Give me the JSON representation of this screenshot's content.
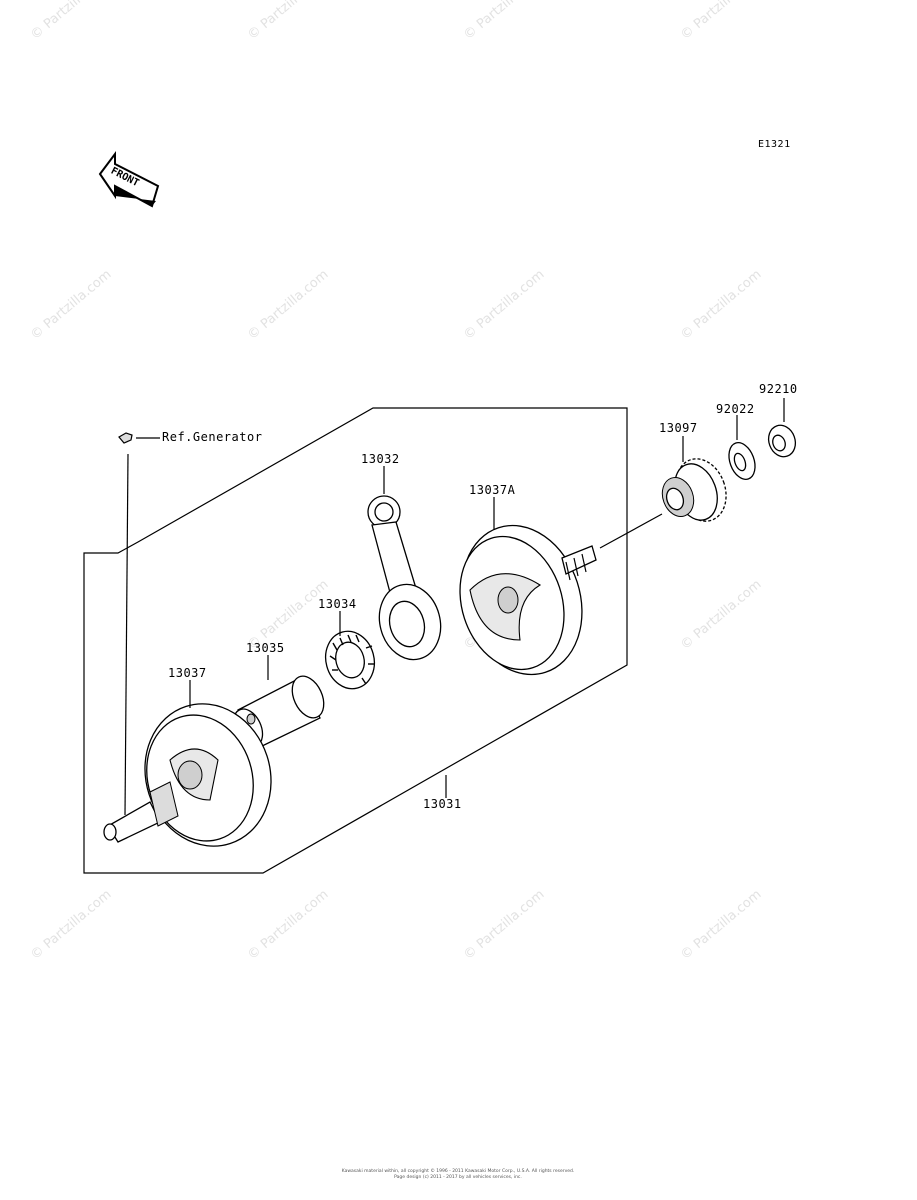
{
  "diagram": {
    "code": "E1321",
    "front_label": "FRONT",
    "ref_label": "Ref.Generator",
    "parts": [
      {
        "id": "p-92210",
        "number": "92210"
      },
      {
        "id": "p-92022",
        "number": "92022"
      },
      {
        "id": "p-13097",
        "number": "13097"
      },
      {
        "id": "p-13032",
        "number": "13032"
      },
      {
        "id": "p-13037A",
        "number": "13037A"
      },
      {
        "id": "p-13034",
        "number": "13034"
      },
      {
        "id": "p-13035",
        "number": "13035"
      },
      {
        "id": "p-13037",
        "number": "13037"
      },
      {
        "id": "p-13031",
        "number": "13031"
      }
    ]
  },
  "watermark": "© Partzilla.com",
  "footer": {
    "line1": "Kawasaki material within, all copyright © 1996 - 2011 Kawasaki Motor Corp., U.S.A. All rights reserved.",
    "line2": "Page design (c) 2011 - 2017 by all vehicles services, inc."
  }
}
